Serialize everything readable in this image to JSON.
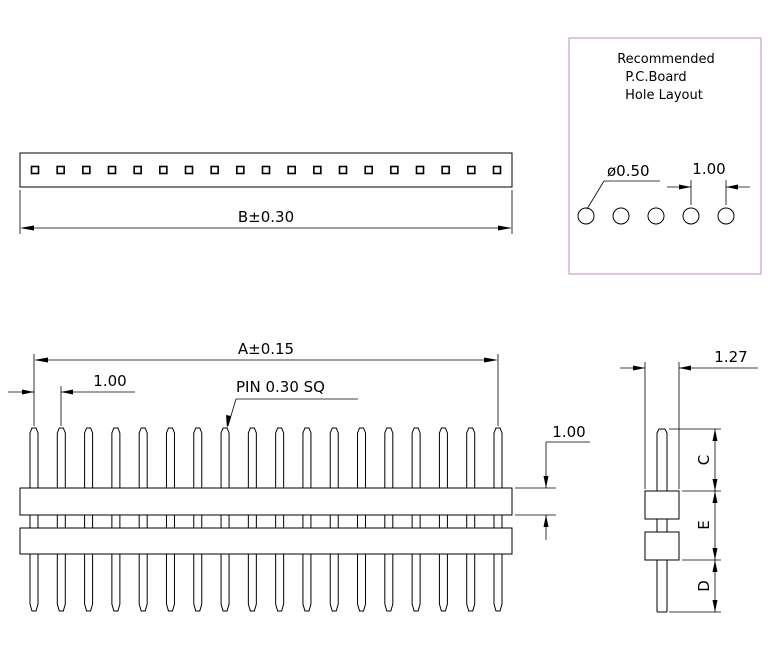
{
  "hole_layout": {
    "title_line1": "Recommended",
    "title_line2": "P.C.Board",
    "title_line3": "Hole Layout",
    "hole_diameter": "ø0.50",
    "pitch": "1.00",
    "hole_count": 5,
    "border_color": "#c8a0c8"
  },
  "top_view": {
    "length_label": "B±0.30",
    "pin_count": 19
  },
  "front_view": {
    "overall_label": "A±0.15",
    "pitch_label": "1.00",
    "pin_label": "PIN 0.30 SQ",
    "insulator_label": "1.00",
    "pin_count": 18
  },
  "side_view": {
    "row_pitch_label": "1.27",
    "label_c": "C",
    "label_e": "E",
    "label_d": "D"
  }
}
